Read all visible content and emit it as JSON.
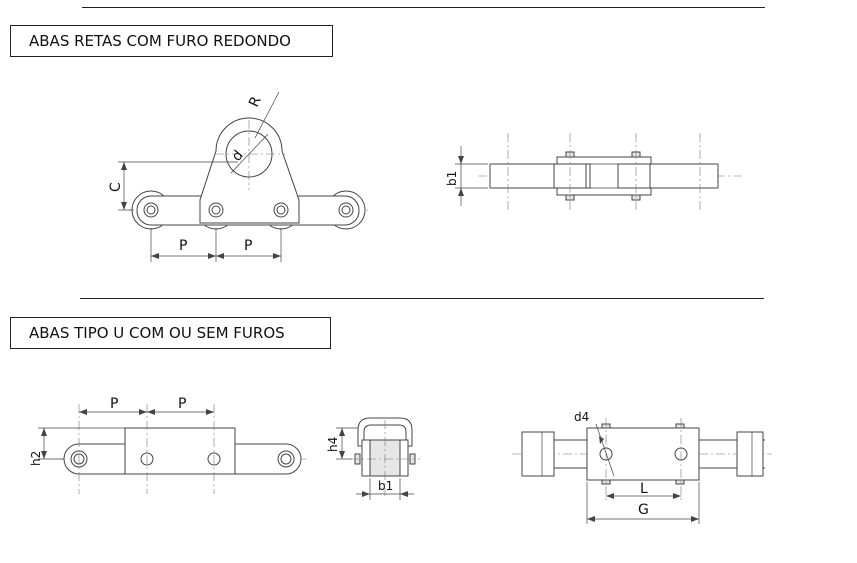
{
  "sections": [
    {
      "title": "ABAS RETAS COM FURO REDONDO"
    },
    {
      "title": "ABAS TIPO U COM OU SEM FUROS"
    }
  ],
  "labels": {
    "R": "R",
    "d": "d",
    "C": "C",
    "P": "P",
    "b1": "b1",
    "h2": "h2",
    "h4": "h4",
    "d4": "d4",
    "L": "L",
    "G": "G"
  }
}
